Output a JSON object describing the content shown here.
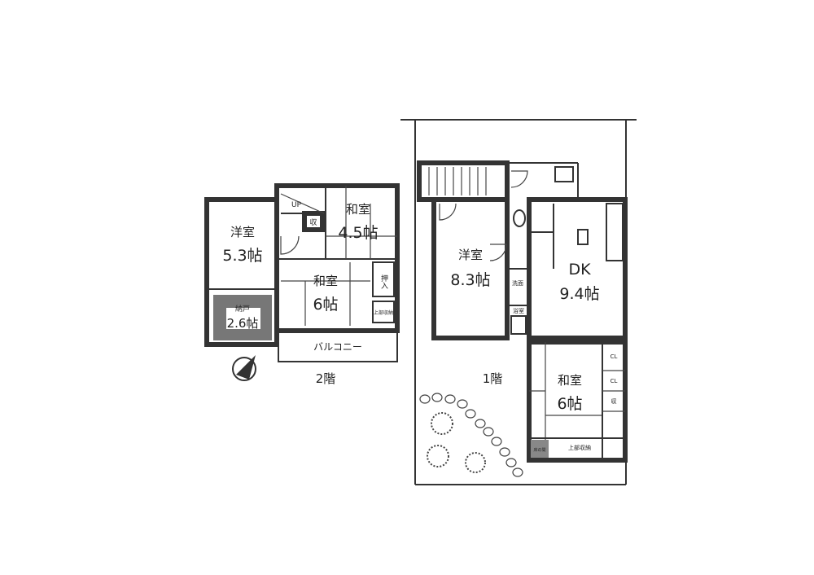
{
  "floor2": {
    "label": "2階",
    "rooms": [
      {
        "name": "洋室",
        "size": "5.3帖"
      },
      {
        "name": "和室",
        "size": "4.5帖"
      },
      {
        "name": "和室",
        "size": "6帖"
      },
      {
        "name": "納戸",
        "size": "2.6帖"
      }
    ],
    "closet": "押入",
    "upper_storage": "上部収納",
    "storage": "収",
    "stairs": "UP",
    "balcony": "バルコニー"
  },
  "floor1": {
    "label": "1階",
    "rooms": [
      {
        "name": "洋室",
        "size": "8.3帖"
      },
      {
        "name": "DK",
        "size": "9.4帖"
      },
      {
        "name": "和室",
        "size": "6帖"
      }
    ],
    "washroom": "洗面",
    "bath": "浴室",
    "closets": [
      "CL",
      "CL",
      "収"
    ],
    "upper_storage": "上部収納",
    "alcove": "床の間"
  }
}
